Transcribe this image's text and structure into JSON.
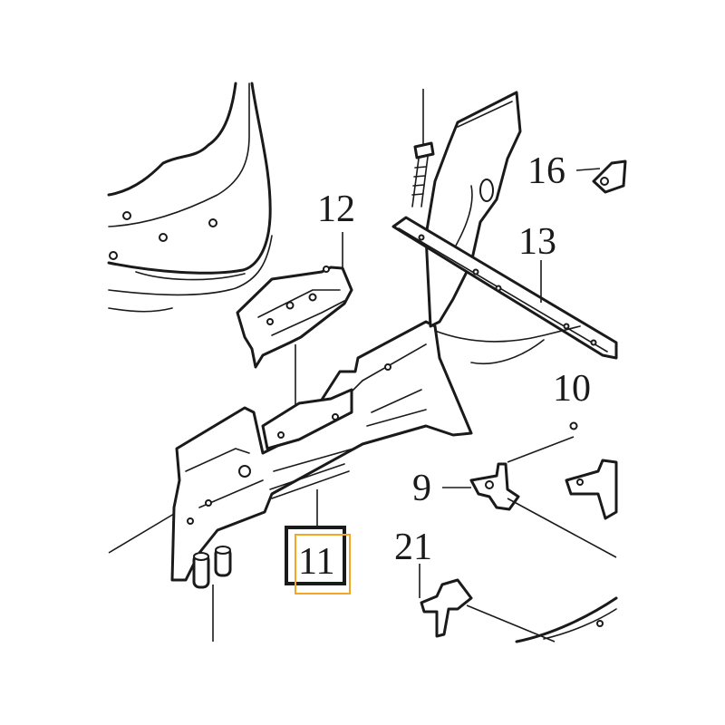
{
  "diagram": {
    "callouts": {
      "c9": "9",
      "c10": "10",
      "c11": "11",
      "c12": "12",
      "c13": "13",
      "c16": "16",
      "c21": "21"
    },
    "selected_callout": "11",
    "colors": {
      "ink": "#1a1a1a",
      "selection_outline": "#f5a623",
      "callout_box": "#1a1a1a"
    }
  }
}
